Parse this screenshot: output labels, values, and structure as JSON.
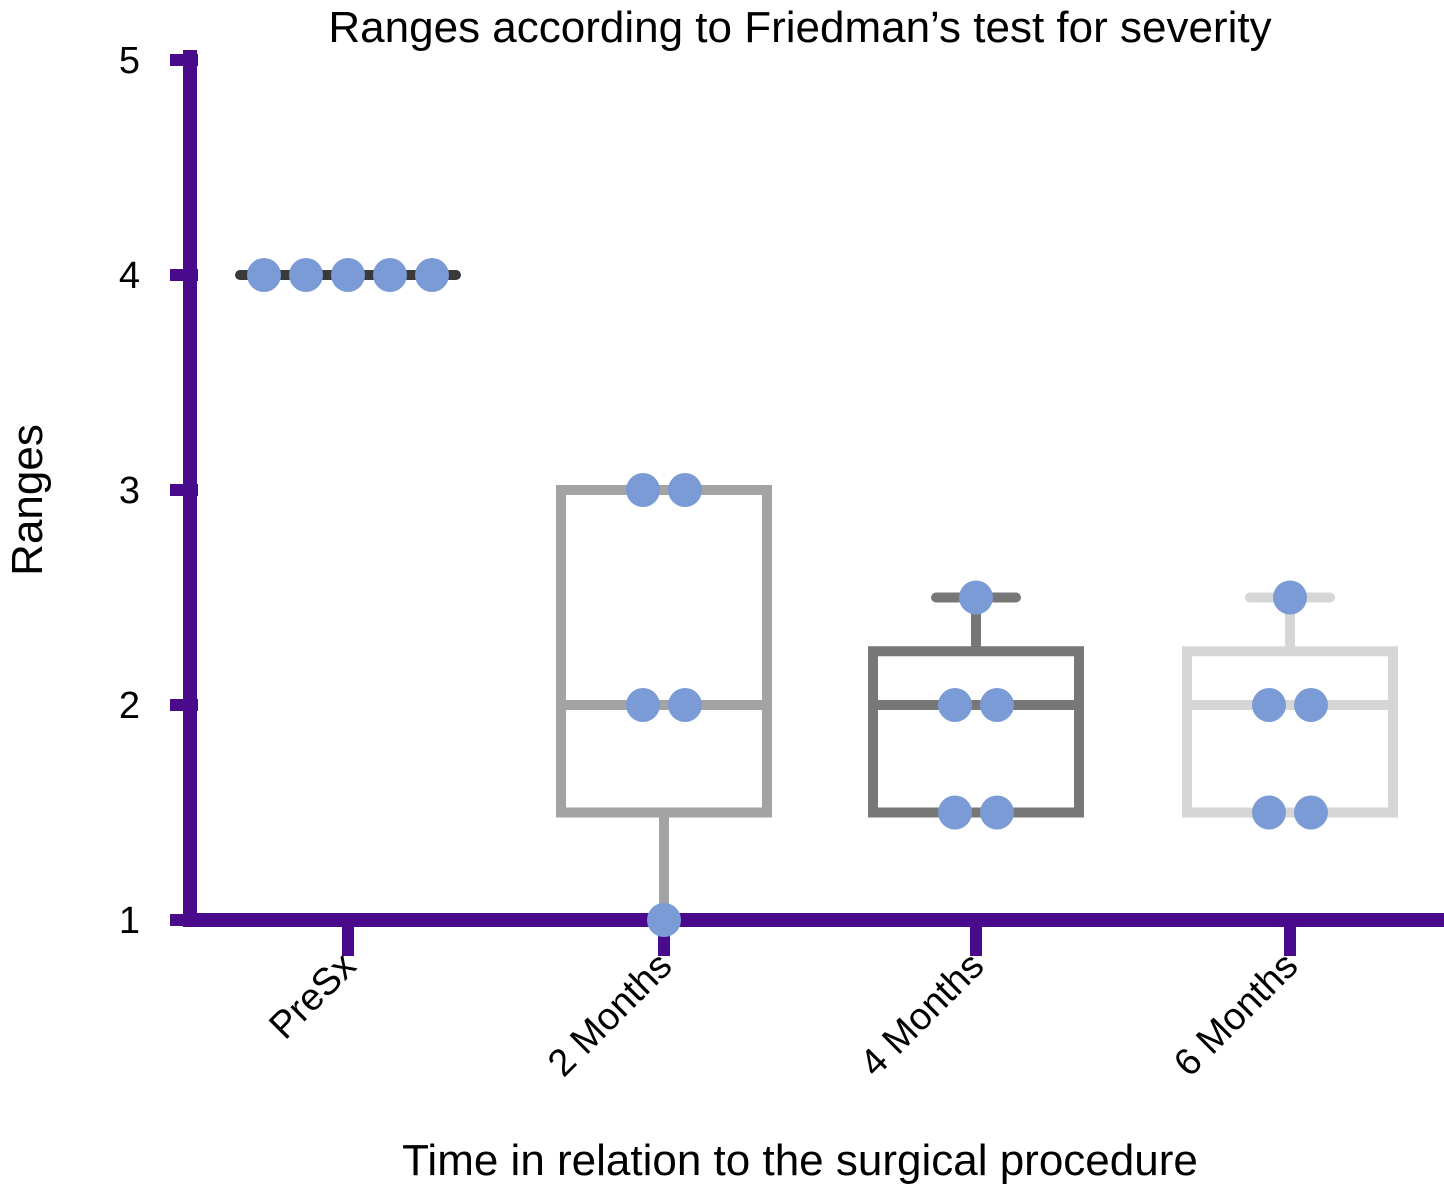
{
  "chart_data": {
    "type": "box",
    "title": "Ranges according to Friedman’s test for severity",
    "xlabel": "Time in relation to the surgical procedure",
    "ylabel": "Ranges",
    "categories": [
      "PreSx",
      "2 Months",
      "4 Months",
      "6 Months"
    ],
    "ylim": [
      1,
      5
    ],
    "yticks": [
      "1",
      "2",
      "3",
      "4",
      "5"
    ],
    "grid": false,
    "colors": {
      "axis": "#4a0a8c",
      "points": "#7b9bd6",
      "boxes": [
        "#3a3a3a",
        "#a3a3a3",
        "#777777",
        "#d6d6d6"
      ]
    },
    "boxes": [
      {
        "category": "PreSx",
        "min": 4,
        "q1": 4,
        "median": 4,
        "q3": 4,
        "max": 4
      },
      {
        "category": "2 Months",
        "min": 1,
        "q1": 1.5,
        "median": 2,
        "q3": 3,
        "max": 3
      },
      {
        "category": "4 Months",
        "min": 1.5,
        "q1": 1.5,
        "median": 2,
        "q3": 2.25,
        "max": 2.5
      },
      {
        "category": "6 Months",
        "min": 1.5,
        "q1": 1.5,
        "median": 2,
        "q3": 2.25,
        "max": 2.5
      }
    ],
    "points": [
      {
        "category": "PreSx",
        "values": [
          4,
          4,
          4,
          4,
          4
        ]
      },
      {
        "category": "2 Months",
        "values": [
          3,
          3,
          2,
          2,
          1
        ]
      },
      {
        "category": "4 Months",
        "values": [
          2.5,
          2,
          2,
          1.5,
          1.5
        ]
      },
      {
        "category": "6 Months",
        "values": [
          2.5,
          2,
          2,
          1.5,
          1.5
        ]
      }
    ]
  }
}
